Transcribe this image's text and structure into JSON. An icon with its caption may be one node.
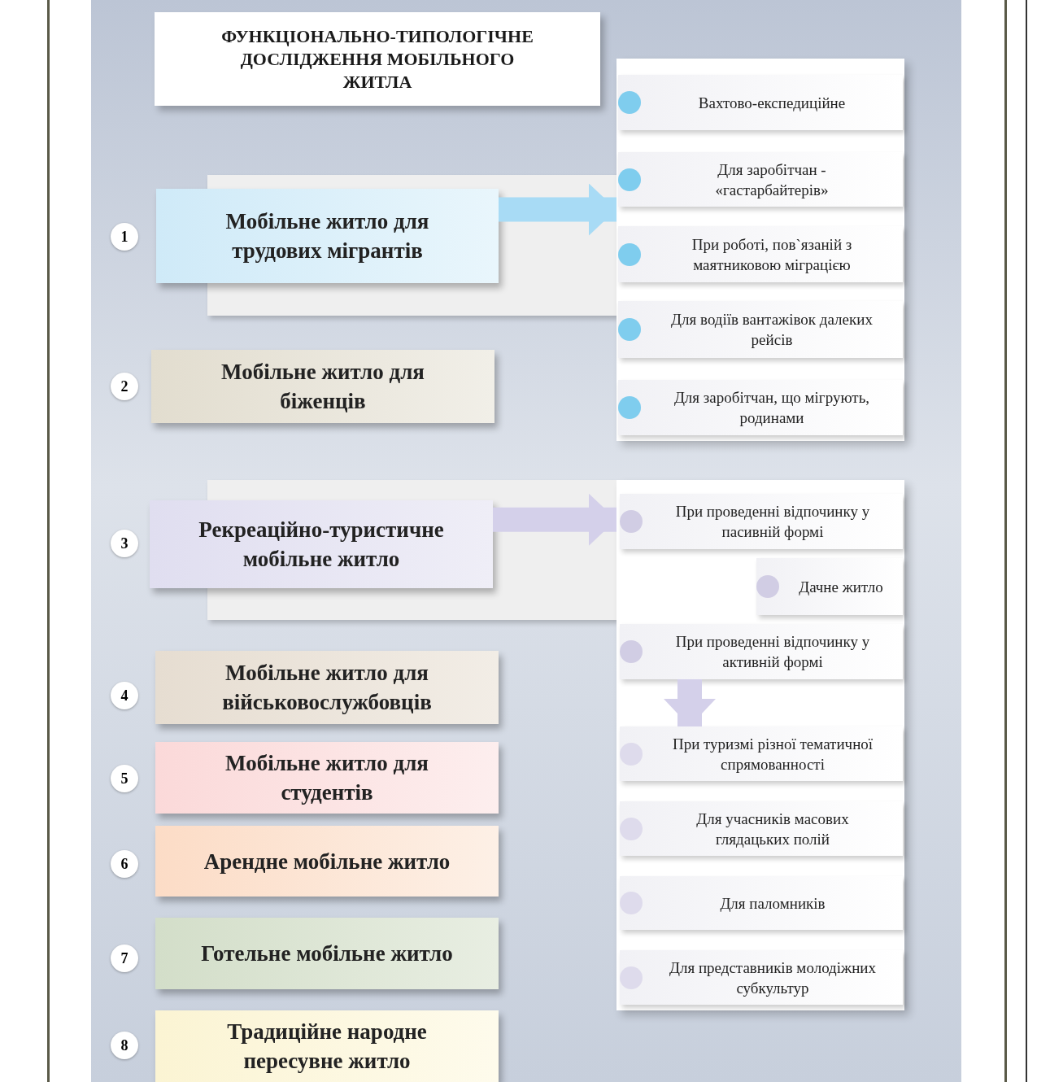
{
  "diagram": {
    "title": "ФУНКЦІОНАЛЬНО-ТИПОЛОГІЧНЕ ДОСЛІДЖЕННЯ МОБІЛЬНОГО ЖИТЛА",
    "nodes": [
      {
        "text": [
          "1"
        ]
      },
      {
        "text": [
          "Мобільне житло для трудових мігрантів"
        ]
      },
      {
        "text": [],
        "shape": "box"
      },
      {
        "text": [
          "Вахтово-експедиційне"
        ],
        "in": 2
      },
      {
        "text": [
          "Для заробітчан - «гастарбайтерів»"
        ],
        "in": 2
      },
      {
        "text": [
          "При роботі, пов`язаній з маятниковою міграцією"
        ],
        "in": 2
      },
      {
        "text": [
          "Для водіїв вантажівок далеких рейсів"
        ],
        "in": 2
      },
      {
        "text": [
          "Для заробітчан, що мігрують, родинами"
        ],
        "in": 2
      },
      {
        "text": [
          "2"
        ]
      },
      {
        "text": [
          "Мобільне житло для біженців"
        ]
      },
      {
        "text": [
          "3"
        ]
      },
      {
        "text": [
          "Рекреаційно-туристичне мобільне житло"
        ]
      },
      {
        "text": [],
        "shape": "box"
      },
      {
        "text": [
          "При проведенні відпочинку у пасивній формі"
        ],
        "in": 12
      },
      {
        "text": [
          "Дачне житло"
        ],
        "in": 12
      },
      {
        "text": [
          "При проведенні відпочинку у активній формі"
        ],
        "in": 12
      },
      {
        "text": [
          "При туризмі різної тематичної спрямованності"
        ],
        "in": 12
      },
      {
        "text": [
          "Для учасників масових глядацьких полій"
        ],
        "in": 12
      },
      {
        "text": [
          "Для паломників"
        ],
        "in": 12
      },
      {
        "text": [
          "Для представників молодіжних субкультур"
        ],
        "in": 12
      },
      {
        "text": [
          "4"
        ]
      },
      {
        "text": [
          "Мобільне житло для військовослужбовців"
        ]
      },
      {
        "text": [
          "5"
        ]
      },
      {
        "text": [
          "Мобільне житло для студентів"
        ]
      },
      {
        "text": [
          "6"
        ]
      },
      {
        "text": [
          "Арендне мобільне житло"
        ]
      },
      {
        "text": [
          "7"
        ]
      },
      {
        "text": [
          "Готельне мобільне житло"
        ]
      },
      {
        "text": [
          "8"
        ]
      },
      {
        "text": [
          "Традиційне народне пересувне житло"
        ]
      }
    ],
    "edges": [
      {
        "from": 1,
        "to": 2,
        "arrow": "to",
        "color": "#a8dbf5"
      },
      {
        "from": 11,
        "to": 12,
        "arrow": "to"
      },
      {
        "from": 15,
        "to": 16,
        "arrow": "to"
      }
    ]
  }
}
